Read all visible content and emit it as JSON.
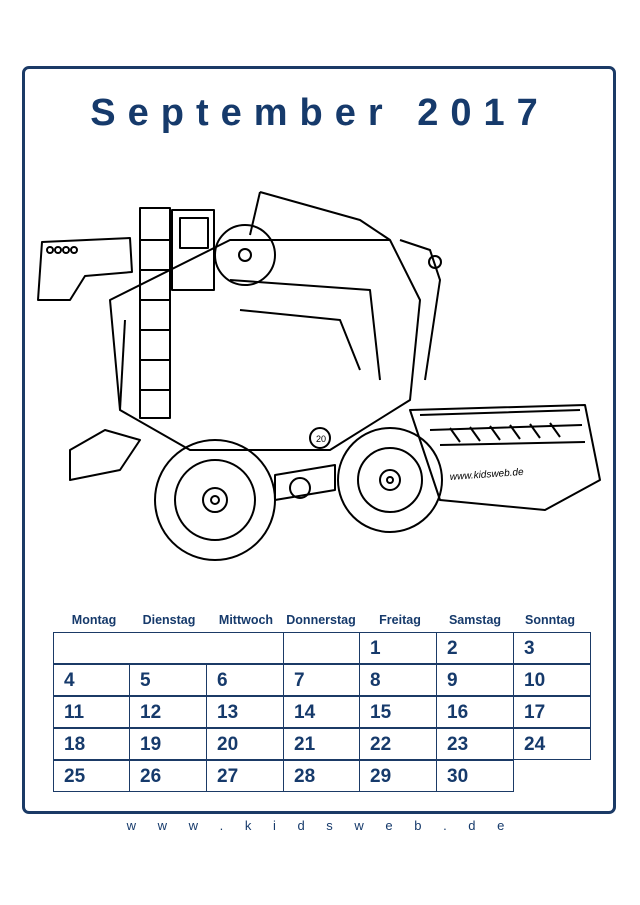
{
  "title": "September 2017",
  "weekdays": [
    "Montag",
    "Dienstag",
    "Mittwoch",
    "Donnerstag",
    "Freitag",
    "Samstag",
    "Sonntag"
  ],
  "weeks": [
    [
      "",
      "",
      "",
      "",
      "1",
      "2",
      "3"
    ],
    [
      "4",
      "5",
      "6",
      "7",
      "8",
      "9",
      "10"
    ],
    [
      "11",
      "12",
      "13",
      "14",
      "15",
      "16",
      "17"
    ],
    [
      "18",
      "19",
      "20",
      "21",
      "22",
      "23",
      "24"
    ],
    [
      "25",
      "26",
      "27",
      "28",
      "29",
      "30",
      ""
    ]
  ],
  "illustration": {
    "subject": "combine-harvester",
    "cab_number": "20",
    "header_text": "www.kidsweb.de"
  },
  "footer": "w w w . k i d s w e b . d e",
  "colors": {
    "ink": "#163a6b",
    "border": "#1b3a66"
  }
}
